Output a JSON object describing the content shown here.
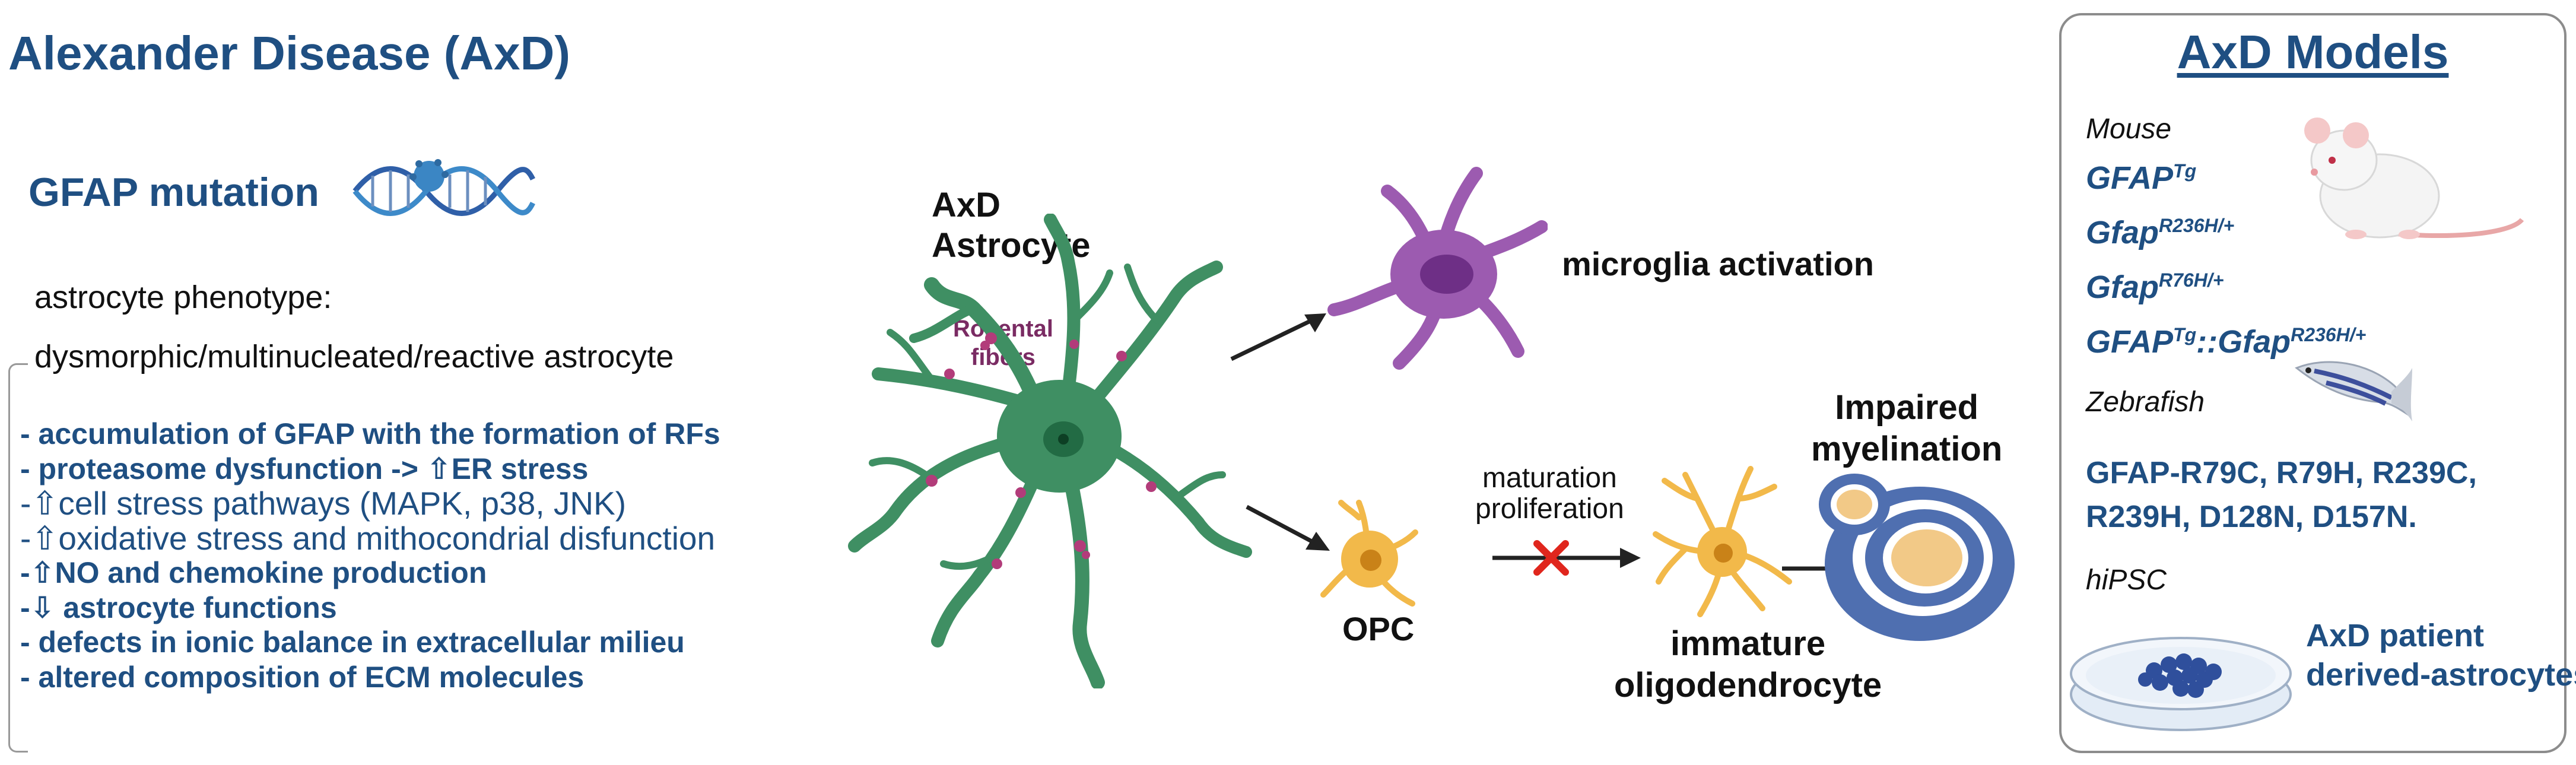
{
  "title": "Alexander Disease (AxD)",
  "gfap_mutation": "GFAP mutation",
  "phenotype_label": "astrocyte phenotype:",
  "phenotype_desc": "dysmorphic/multinucleated/reactive astrocyte",
  "effects": [
    "- accumulation of GFAP with the formation of RFs",
    "- proteasome dysfunction -> ⇧ER stress",
    "-⇧cell stress pathways (MAPK, p38, JNK)",
    "-⇧oxidative stress and mithocondrial disfunction",
    "-⇧NO and chemokine production",
    "-⇩ astrocyte functions",
    "- defects in ionic balance in extracellular milieu",
    "- altered composition of ECM molecules"
  ],
  "diagram": {
    "astrocyte_label_1": "AxD",
    "astrocyte_label_2": "Astrocyte",
    "rosental_1": "Rosental",
    "rosental_2": "fibers",
    "microglia": "microglia activation",
    "opc": "OPC",
    "maturation": "maturation",
    "proliferation": "proliferation",
    "immature_1": "immature",
    "immature_2": "oligodendrocyte",
    "impaired_1": "Impaired",
    "impaired_2": "myelination"
  },
  "models": {
    "title": "AxD Models",
    "mouse_label": "Mouse",
    "mouse_models": [
      {
        "base": "GFAP",
        "sup": "Tg"
      },
      {
        "base": "Gfap",
        "sup": "R236H/+"
      },
      {
        "base": "Gfap",
        "sup": "R76H/+"
      },
      {
        "base": "GFAP",
        "sup": "Tg",
        "mid": "::Gfap",
        "sup2": "R236H/+"
      }
    ],
    "zebrafish_label": "Zebrafish",
    "zebrafish_line1": "GFAP-R79C, R79H, R239C,",
    "zebrafish_line2": "R239H, D128N, D157N.",
    "hipsc_label": "hiPSC",
    "hipsc_1": "AxD patient",
    "hipsc_2": "derived-astrocytes"
  },
  "colors": {
    "title_blue": "#1f4f82",
    "astrocyte_green": "#3f8f63",
    "rosental_purple": "#7a2b63",
    "microglia_purple": "#9c5bb0",
    "opc_orange": "#f2b94a",
    "myelin_blue": "#4f6fb0",
    "cross_red": "#e0261d"
  }
}
